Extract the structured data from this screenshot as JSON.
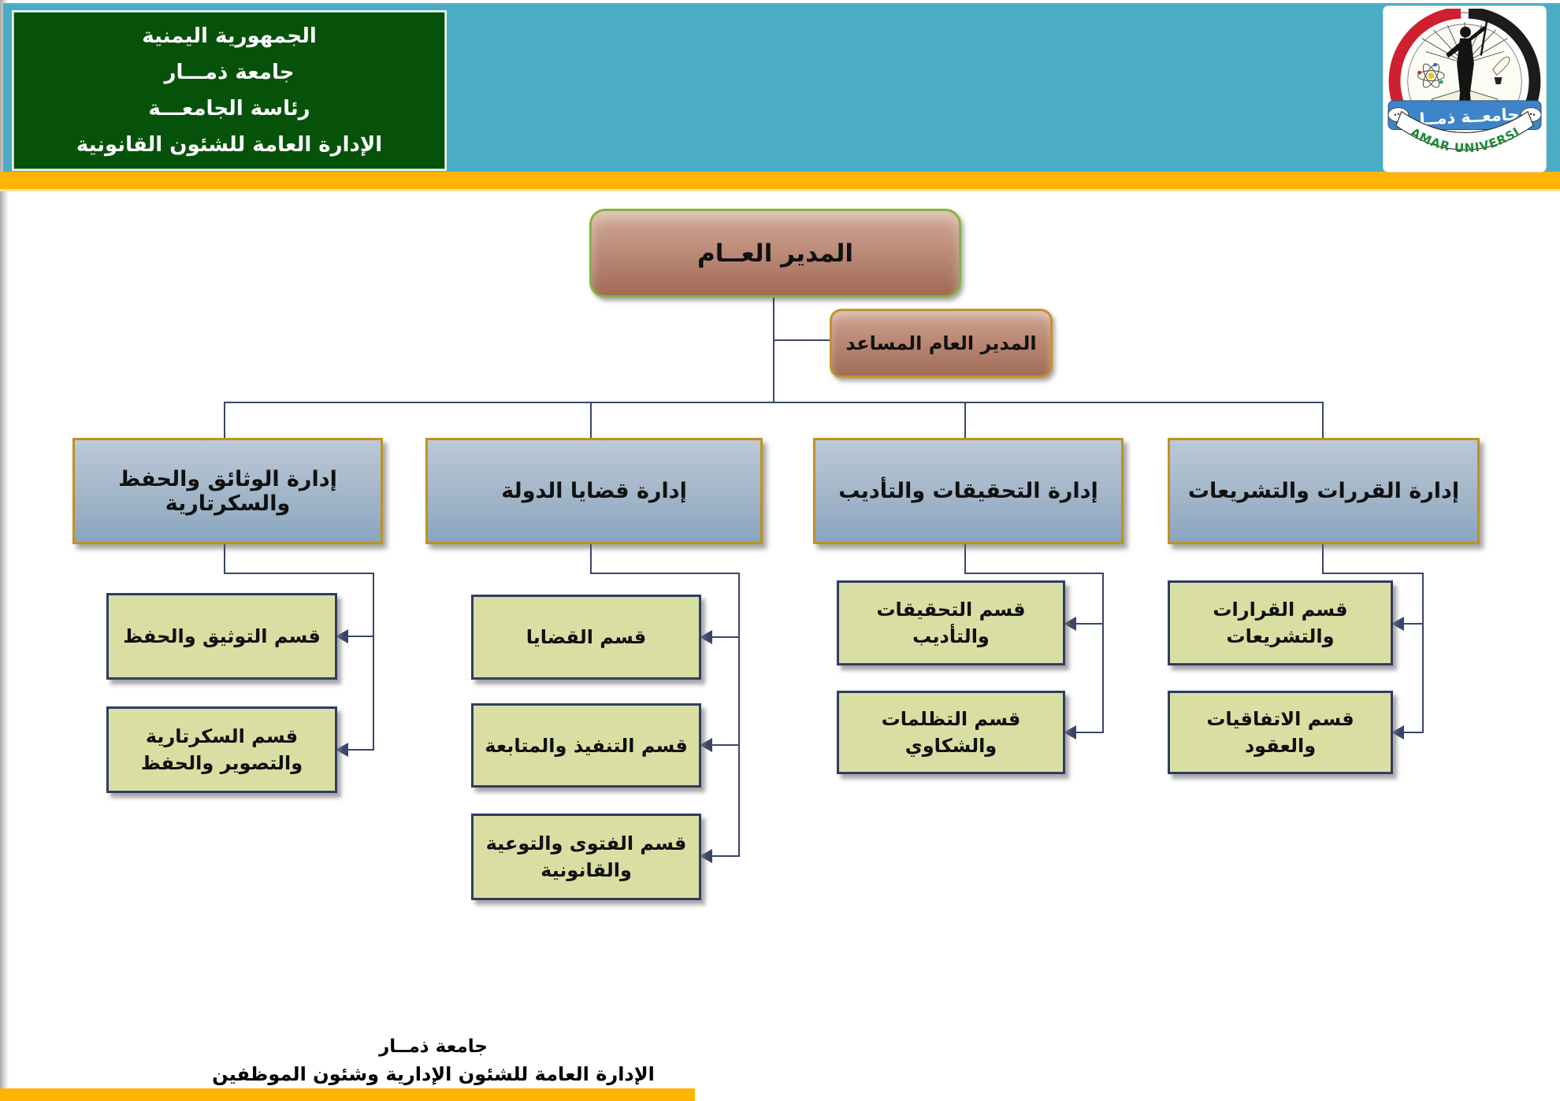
{
  "header": {
    "org_lines": [
      "الجمهورية اليمنية",
      "جامعة ذمـــار",
      "رئاسة الجامعـــة",
      "الإدارة العامة للشئون القانونية"
    ]
  },
  "logo": {
    "english_name": "THAMAR UNIVERSITY",
    "arabic_name": "جامعــة ذمــار"
  },
  "chart": {
    "root": {
      "label": "المدير العــام"
    },
    "assistant": {
      "label": "المدير العام المساعد"
    },
    "departments": [
      {
        "label": "إدارة الوثائق والحفظ والسكرتارية",
        "sections": [
          "قسم التوثيق والحفظ",
          "قسم السكرتارية والتصوير والحفظ"
        ]
      },
      {
        "label": "إدارة قضايا الدولة",
        "sections": [
          "قسم القضايا",
          "قسم التنفيذ والمتابعة",
          "قسم الفتوى والتوعية والقانونية"
        ]
      },
      {
        "label": "إدارة التحقيقات والتأديب",
        "sections": [
          "قسم التحقيقات والتأديب",
          "قسم التظلمات والشكاوي"
        ]
      },
      {
        "label": "إدارة القررات والتشريعات",
        "sections": [
          "قسم القرارات والتشريعات",
          "قسم الاتفاقيات والعقود"
        ]
      }
    ]
  },
  "footer": {
    "line1": "جامعة ذمــار",
    "line2": "الإدارة العامة للشئون الإدارية وشئون الموظفين"
  },
  "colors": {
    "teal_band": "#4BACC6",
    "orange_band": "#FFB400",
    "header_green": "#07520A",
    "root_box_border": "#85B43F",
    "gold_border": "#BE9222",
    "brown_box_top": "#D2A997",
    "brown_box_bottom": "#A06A55",
    "dept_blue_top": "#BCC9D7",
    "dept_blue_bottom": "#8AA5BF",
    "section_green": "#D9DFA2",
    "section_border": "#2F3C64",
    "connector": "#3A4668",
    "logo_text_green": "#1D8A34",
    "logo_band_blue": "#3D85C8"
  }
}
